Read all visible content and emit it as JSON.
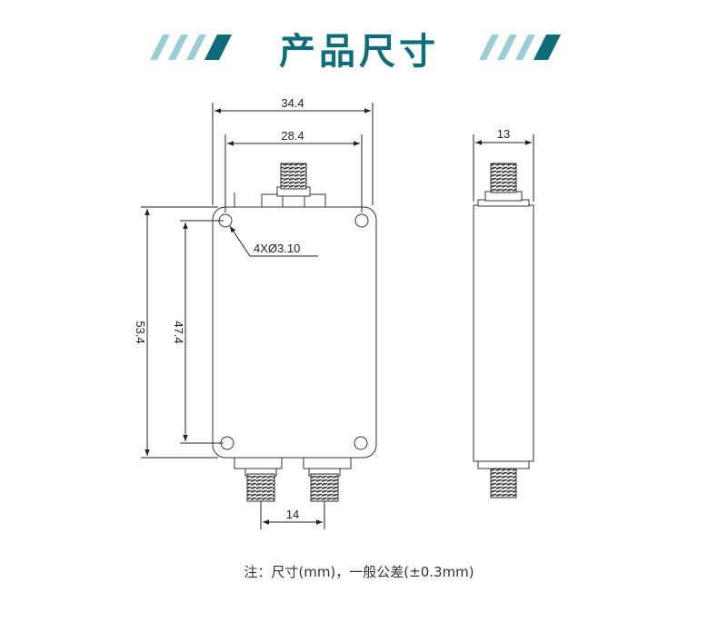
{
  "header": {
    "title": "产品尺寸",
    "accent_color": "#0f6d7a",
    "stripe_light_color": "#9ccdd3"
  },
  "drawing": {
    "dim_width_overall": "34.4",
    "dim_width_holes": "28.4",
    "dim_height_overall": "53.4",
    "dim_height_holes": "47.4",
    "dim_hole_callout": "4XØ3.10",
    "dim_connector_spacing": "14",
    "dim_thickness": "13"
  },
  "note": {
    "text": "注：尺寸(mm)，一般公差(±0.3mm)"
  }
}
